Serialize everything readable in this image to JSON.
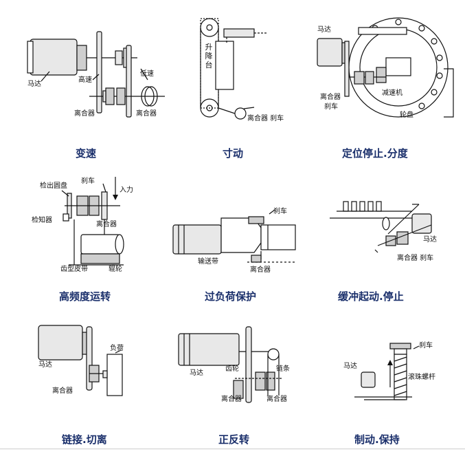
{
  "panels": [
    {
      "caption": "变速",
      "labels": {
        "motor": "马达",
        "high": "高速",
        "low": "低速",
        "clutch1": "离合器",
        "clutch2": "离合器"
      }
    },
    {
      "caption": "寸动",
      "labels": {
        "lift": "升降台",
        "clutch_brake": "离合器 刹车"
      }
    },
    {
      "caption": "定位停止.分度",
      "labels": {
        "motor": "马达",
        "clutch": "离合器",
        "brake": "刹车",
        "reducer": "减速机",
        "disk": "轮盘"
      }
    },
    {
      "caption": "高频度运转",
      "labels": {
        "detect_disk": "检出圆盘",
        "brake": "刹车",
        "input": "入力",
        "detector": "检知器",
        "clutch": "离合器",
        "belt": "齿型皮带",
        "roller": "辊轮"
      }
    },
    {
      "caption": "过负荷保护",
      "labels": {
        "brake": "刹车",
        "conveyor": "输送带",
        "clutch": "离合器"
      }
    },
    {
      "caption": "缓冲起动.停止",
      "labels": {
        "motor": "马达",
        "clutch_brake": "离合器 刹车"
      }
    },
    {
      "caption": "链接.切离",
      "labels": {
        "load": "负荷",
        "motor": "马达",
        "clutch": "离合器"
      }
    },
    {
      "caption": "正反转",
      "labels": {
        "motor": "马达",
        "gear": "齿轮",
        "chain": "链条",
        "clutch1": "离合器",
        "clutch2": "离合器"
      }
    },
    {
      "caption": "制动.保持",
      "labels": {
        "motor": "马达",
        "brake": "刹车",
        "screw": "滚珠螺杆"
      }
    }
  ]
}
